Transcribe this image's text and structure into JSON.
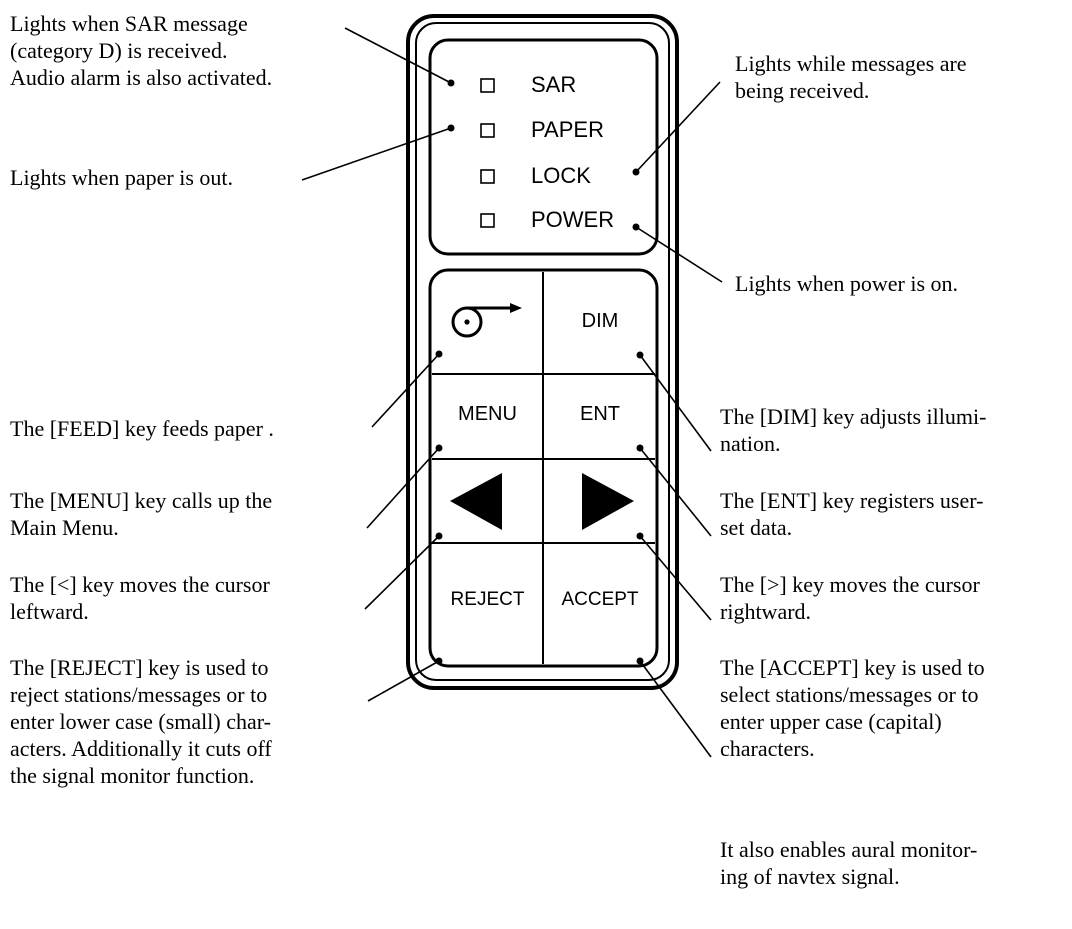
{
  "indicators": [
    {
      "id": "sar",
      "label": "SAR"
    },
    {
      "id": "paper",
      "label": "PAPER"
    },
    {
      "id": "lock",
      "label": "LOCK"
    },
    {
      "id": "power",
      "label": "POWER"
    }
  ],
  "keys": {
    "dim": "DIM",
    "menu": "MENU",
    "ent": "ENT",
    "reject": "REJECT",
    "accept": "ACCEPT"
  },
  "callouts": {
    "sar": [
      "Lights when SAR message",
      "(category D) is received.",
      "Audio alarm is also activated."
    ],
    "paper": [
      "Lights when paper is out."
    ],
    "lock": [
      "Lights while messages are",
      "being received."
    ],
    "power": [
      "Lights when power is on."
    ],
    "feed": [
      "The [FEED] key feeds paper ."
    ],
    "menu": [
      "The [MENU] key calls up the",
      "Main Menu."
    ],
    "left": [
      "The [<] key moves the cursor",
      "leftward."
    ],
    "reject": [
      "The [REJECT] key is used to",
      "reject stations/messages or to",
      "enter lower case (small) char-",
      "acters. Additionally it cuts off",
      "the signal monitor function."
    ],
    "dim": [
      "The [DIM] key adjusts illumi-",
      "nation."
    ],
    "ent": [
      "The [ENT] key registers user-",
      "set data."
    ],
    "right": [
      "The [>] key moves the cursor",
      "rightward."
    ],
    "accept": [
      "The [ACCEPT] key is used to",
      "select stations/messages or to",
      "enter upper case (capital)",
      "characters."
    ],
    "monitor": [
      "It also enables aural monitor-",
      "ing of navtex signal."
    ]
  }
}
